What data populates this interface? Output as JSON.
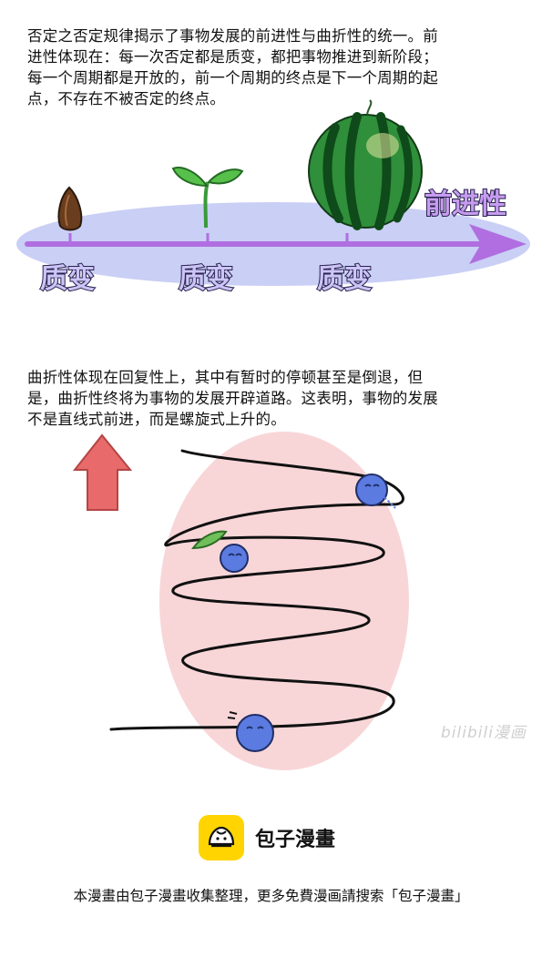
{
  "intro": {
    "lines": [
      "否定之否定规律揭示了事物发展的前进性与曲折性的统一。前",
      "进性体现在：每一次否定都是质变，都把事物推进到新阶段；",
      "每一个周期都是开放的，前一个周期的终点是下一个周期的起",
      "点，不存在不被否定的终点。"
    ]
  },
  "progress_diagram": {
    "stages": [
      "质变",
      "质变",
      "质变"
    ],
    "arrow_label": "前进性",
    "stage_icons": [
      "seed-icon",
      "sprout-icon",
      "watermelon-icon"
    ],
    "colors": {
      "band": "#c9cff5",
      "arrow": "#b06ee0",
      "label_fill": "#cbc4f6",
      "label_stroke": "#2a2350"
    }
  },
  "twist": {
    "lines": [
      "曲折性体现在回复性上，其中有暂时的停顿甚至是倒退，但",
      "是，曲折性终将为事物的发展开辟道路。这表明，事物的发展",
      "不是直线式前进，而是螺旋式上升的。"
    ]
  },
  "spiral_diagram": {
    "icons": [
      "up-arrow-icon",
      "spiral-icon",
      "blue-ball-icon",
      "leaf-icon"
    ],
    "colors": {
      "up_arrow": "#e86a6a",
      "ellipse": "#f8d6d8",
      "ball": "#5b7be0"
    }
  },
  "watermark": {
    "text": "bilibili漫画"
  },
  "brand": {
    "name": "包子漫畫",
    "color": "#ffd400"
  },
  "footer": {
    "text": "本漫畫由包子漫畫收集整理，更多免費漫画請搜索「包子漫畫」"
  }
}
